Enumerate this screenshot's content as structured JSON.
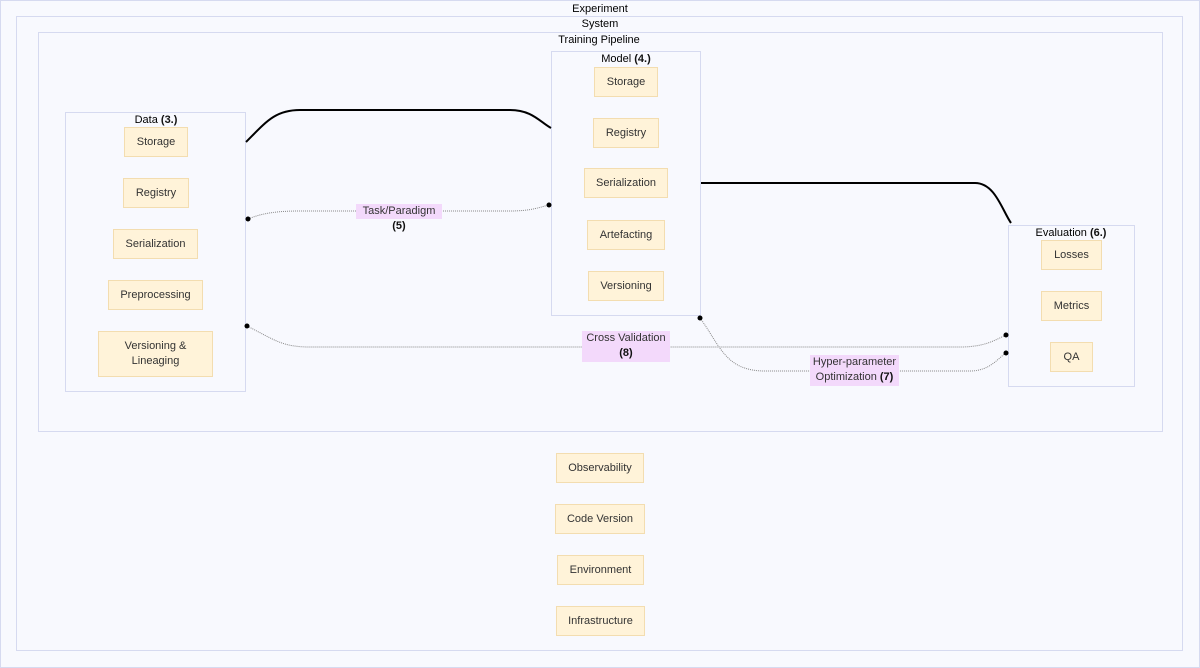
{
  "experiment": {
    "title": "Experiment"
  },
  "system": {
    "title": "System"
  },
  "pipeline": {
    "title": "Training Pipeline"
  },
  "data_group": {
    "title": "Data",
    "ref": "(3.)",
    "items": [
      "Storage",
      "Registry",
      "Serialization",
      "Preprocessing",
      "Versioning & Lineaging"
    ]
  },
  "model_group": {
    "title": "Model",
    "ref": "(4.)",
    "items": [
      "Storage",
      "Registry",
      "Serialization",
      "Artefacting",
      "Versioning"
    ]
  },
  "eval_group": {
    "title": "Evaluation",
    "ref": "(6.)",
    "items": [
      "Losses",
      "Metrics",
      "QA"
    ]
  },
  "edges": {
    "task": {
      "text": "Task/Paradigm",
      "ref": "(5)"
    },
    "cv": {
      "text": "Cross Validation",
      "ref": "(8)"
    },
    "hpo": {
      "text": "Hyper-parameter",
      "text2": "Optimization",
      "ref": "(7)"
    }
  },
  "system_items": [
    "Observability",
    "Code Version",
    "Environment",
    "Infrastructure"
  ],
  "colors": {
    "node_fill": "#fff3d9",
    "label_fill": "#f3d9fb",
    "frame_border": "#d6daf0",
    "background": "#f8f9fe"
  }
}
